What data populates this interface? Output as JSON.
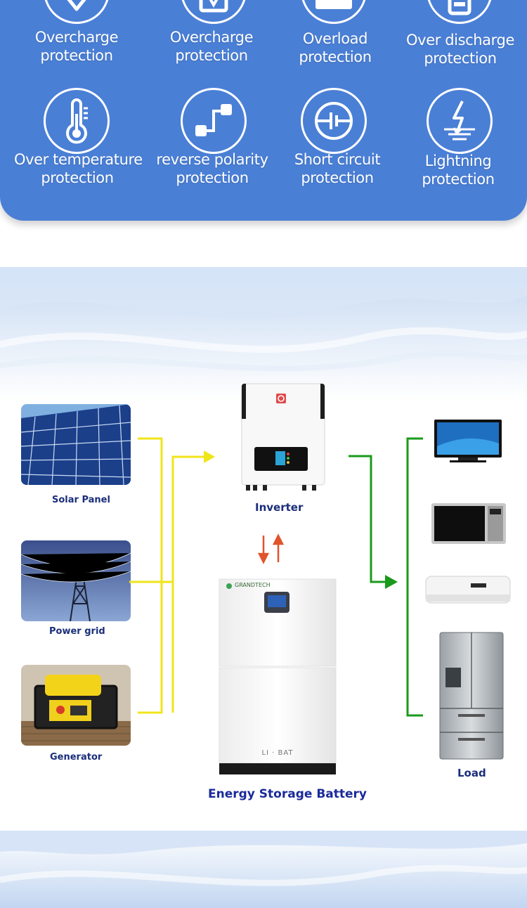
{
  "protections": [
    {
      "icon": "shield-check-icon",
      "line1": "Overcharge",
      "line2": "protection"
    },
    {
      "icon": "voltage-badge-icon",
      "line1": "Overcharge",
      "line2": "protection"
    },
    {
      "icon": "battery-icon",
      "line1": "Overload",
      "line2": "protection"
    },
    {
      "icon": "battery-minus-icon",
      "line1": "Over discharge",
      "line2": "protection"
    },
    {
      "icon": "thermometer-icon",
      "line1": "Over temperature",
      "line2": "protection"
    },
    {
      "icon": "polarity-connector-icon",
      "line1": "reverse polarity",
      "line2": "protection"
    },
    {
      "icon": "short-circuit-icon",
      "line1": "Short circuit",
      "line2": "protection"
    },
    {
      "icon": "lightning-icon",
      "line1": "Lightning",
      "line2": "protection"
    }
  ],
  "sources": {
    "solar": "Solar Panel",
    "grid": "Power grid",
    "generator": "Generator"
  },
  "inverter": {
    "label": "Inverter"
  },
  "battery": {
    "label": "Energy Storage Battery",
    "brand": "GRANDTECH",
    "model_text": "LI · BAT"
  },
  "load": {
    "label": "Load",
    "appliances": [
      "tv-icon",
      "microwave-icon",
      "air-conditioner-icon",
      "refrigerator-icon"
    ]
  },
  "colors": {
    "panel_blue": "#4a7fd6",
    "input_line": "#f0e51a",
    "output_line": "#1a9a1a",
    "exchange_arrow": "#e0542a",
    "caption": "#1a2e7a"
  }
}
